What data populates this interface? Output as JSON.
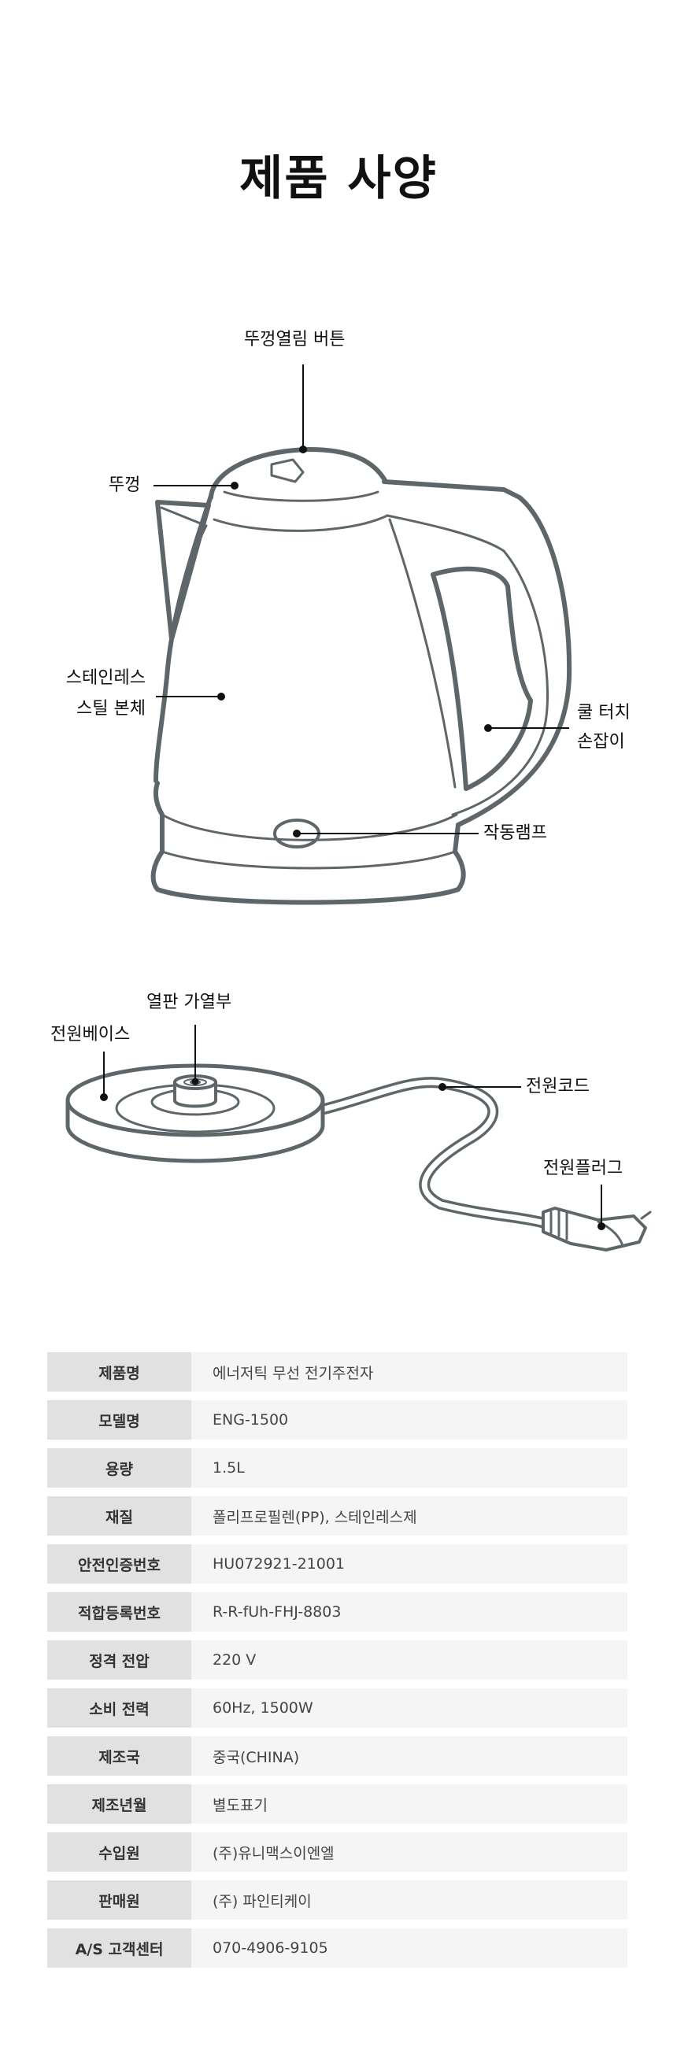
{
  "title": "제품 사양",
  "kettle_labels": {
    "lid_button": "뚜껑열림 버튼",
    "lid": "뚜껑",
    "body_line1": "스테인레스",
    "body_line2": "스틸 본체",
    "handle_line1": "쿨 터치",
    "handle_line2": "손잡이",
    "lamp": "작동램프"
  },
  "base_labels": {
    "heater": "열판 가열부",
    "base": "전원베이스",
    "cord": "전원코드",
    "plug": "전원플러그"
  },
  "specs": [
    {
      "label": "제품명",
      "value": "에너저틱 무선 전기주전자"
    },
    {
      "label": "모델명",
      "value": "ENG-1500"
    },
    {
      "label": "용량",
      "value": "1.5L"
    },
    {
      "label": "재질",
      "value": "폴리프로필렌(PP), 스테인레스제"
    },
    {
      "label": "안전인증번호",
      "value": "HU072921-21001"
    },
    {
      "label": "적합등록번호",
      "value": "R-R-fUh-FHJ-8803"
    },
    {
      "label": "정격 전압",
      "value": "220 V"
    },
    {
      "label": "소비 전력",
      "value": "60Hz, 1500W"
    },
    {
      "label": "제조국",
      "value": "중국(CHINA)"
    },
    {
      "label": "제조년월",
      "value": "별도표기"
    },
    {
      "label": "수입원",
      "value": "(주)유니맥스이엔엘"
    },
    {
      "label": "판매원",
      "value": "(주) 파인티케이"
    },
    {
      "label": "A/S 고객센터",
      "value": "070-4906-9105"
    }
  ],
  "colors": {
    "line": "#5f6669",
    "label_bg": "#e1e1e1",
    "value_bg": "#f5f5f5"
  }
}
